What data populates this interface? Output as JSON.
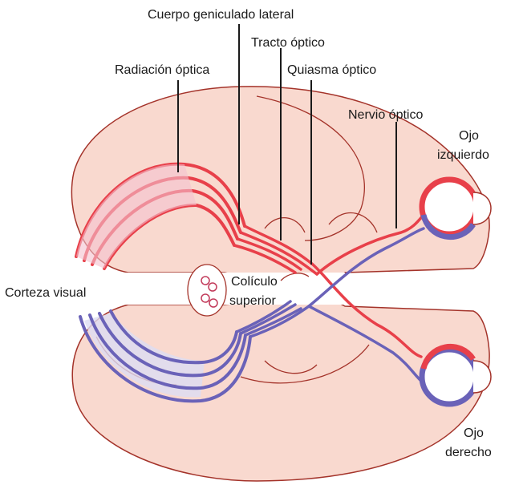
{
  "labels": {
    "cuerpo_geniculado": "Cuerpo geniculado lateral",
    "tracto_optico": "Tracto óptico",
    "radiacion_optica": "Radiación óptica",
    "quiasma_optico": "Quiasma óptico",
    "nervio_optico": "Nervio óptico",
    "ojo_izquierdo_1": "Ojo",
    "ojo_izquierdo_2": "izquierdo",
    "corteza_visual": "Corteza visual",
    "coliculo_1": "Colículo",
    "coliculo_2": "superior",
    "ojo_derecho_1": "Ojo",
    "ojo_derecho_2": "derecho"
  },
  "colors": {
    "brain_fill": "#f9d9cf",
    "brain_stroke": "#a4332a",
    "red_pathway": "#e8404a",
    "blue_pathway": "#6a62b8",
    "red_band_fill": "#f4c2cf",
    "blue_band_fill": "#dcdcf3",
    "text": "#1a1a1a"
  }
}
